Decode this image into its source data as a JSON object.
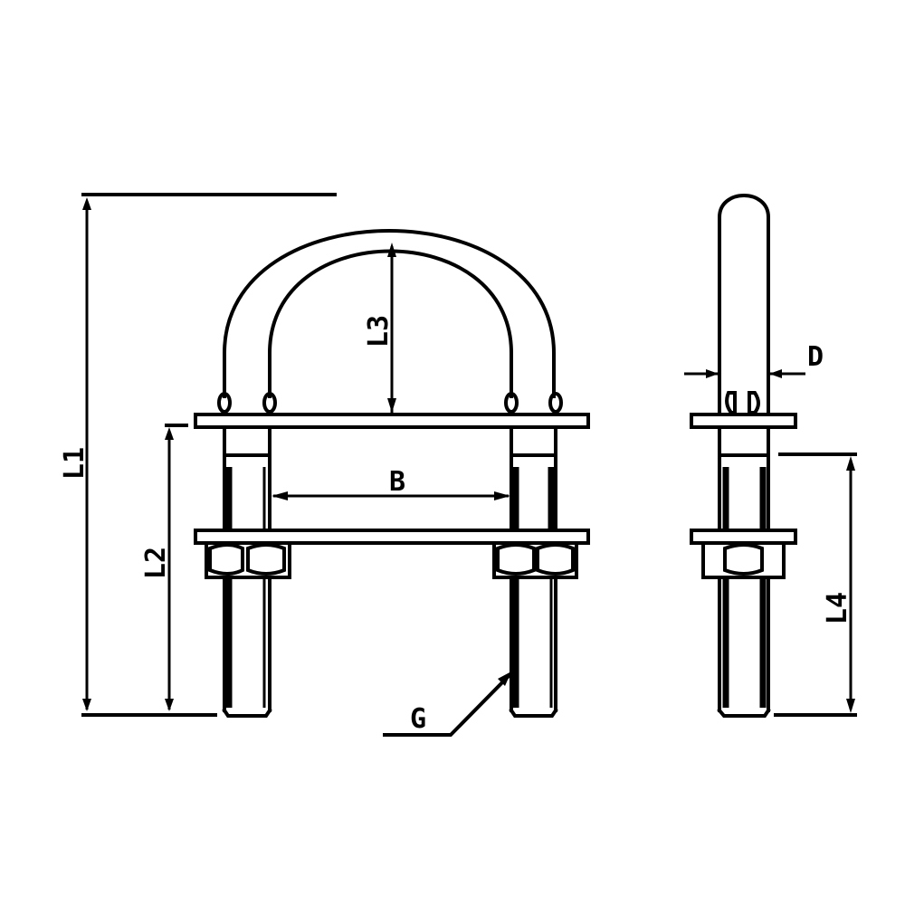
{
  "diagram": {
    "subject": "U-bolt with plates and nuts",
    "views": [
      {
        "name": "front-view"
      },
      {
        "name": "side-view"
      }
    ],
    "dimensions": {
      "L1": "L1",
      "L2": "L2",
      "L3": "L3",
      "L4": "L4",
      "B": "B",
      "D": "D",
      "G": "G"
    },
    "colors": {
      "line": "#000000",
      "background": "#ffffff"
    }
  }
}
